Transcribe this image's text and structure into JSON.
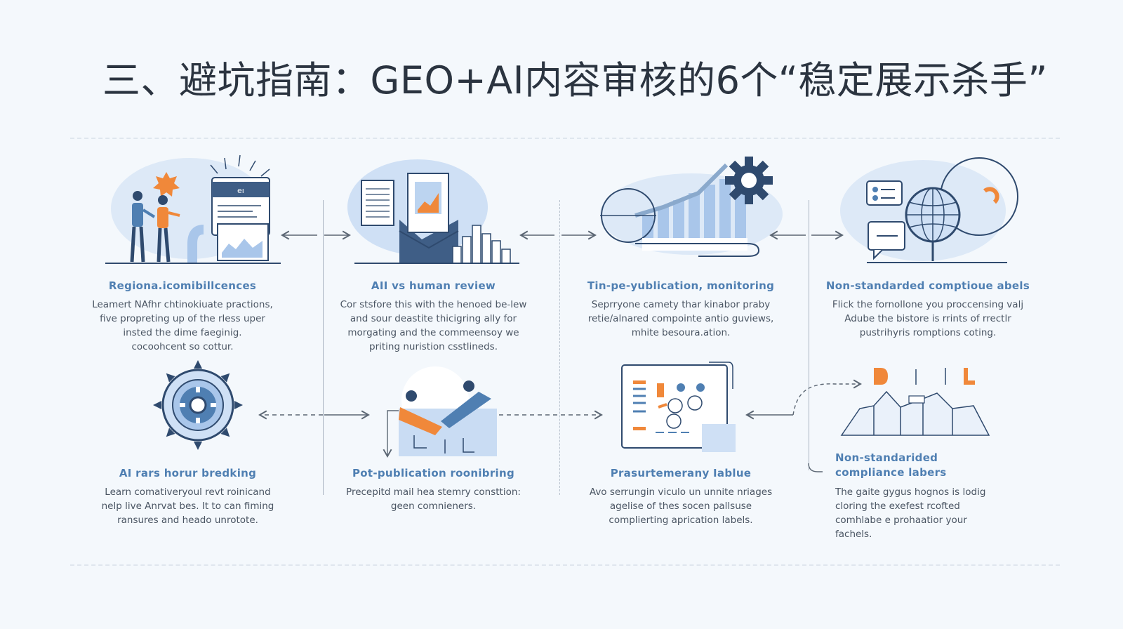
{
  "title": "三、避坑指南：GEO+AI内容审核的6个“稳定展示杀手”",
  "colors": {
    "accent_blue": "#4f7fb2",
    "light_blue": "#c9dcf3",
    "orange": "#f0883a",
    "navy": "#2f4a6e"
  },
  "items": [
    {
      "title": "Regiona.icomibillcences",
      "desc": "Leamert NAfhr chtinokiuate practions,\nfive propreting up of the rless uper\ninsted the dime faeginig.\ncocoohcent so cottur.",
      "icon": "team-dashboard-icon"
    },
    {
      "title": "AII vs human review",
      "desc": "Cor stsfore this with the henoed be-lew\nand sour deastite thicigring ally for\nmorgating and the commeensoy we\npriting nuristion csstlineds.",
      "icon": "document-review-icon"
    },
    {
      "title": "Tin-pe-yublication, monitoring",
      "desc": "Seprryone camety thar kinabor praby\nretie/alnared compointe antio guviews,\nmhite besoura.ation.",
      "icon": "gear-chart-icon"
    },
    {
      "title": "Non-standarded comptioue abels",
      "desc": "Flick the fornollone you proccensing valj\nAdube the bistore is rrints of rrectlr\npustrihyris romptions coting.",
      "icon": "globe-chat-icon"
    },
    {
      "title": "AI rars horur bredking",
      "desc": "Learn comativeryoul revt roinicand\nnelp live Anrvat bes. It to can fiming\nransures and heado unrotote.",
      "icon": "cog-icon"
    },
    {
      "title": "Pot-publication roonibring",
      "desc": "Precepitd mail hea stemry consttion:\ngeen comnieners.",
      "icon": "handshake-icon"
    },
    {
      "title": "Prasurtemerany Iablue",
      "desc": "Avo serrungin viculo un unnite nriages\nagelise of thes socen pallsuse\ncomplierting aprication labels.",
      "icon": "board-dashboard-icon"
    },
    {
      "title": "Non-standarided\ncompliance labers",
      "desc": "The gaite gygus hognos is lodig\ncloring the exefest rcofted\ncomhlabe e prohaatior your\nfachels.",
      "icon": "label-chart-icon"
    }
  ]
}
